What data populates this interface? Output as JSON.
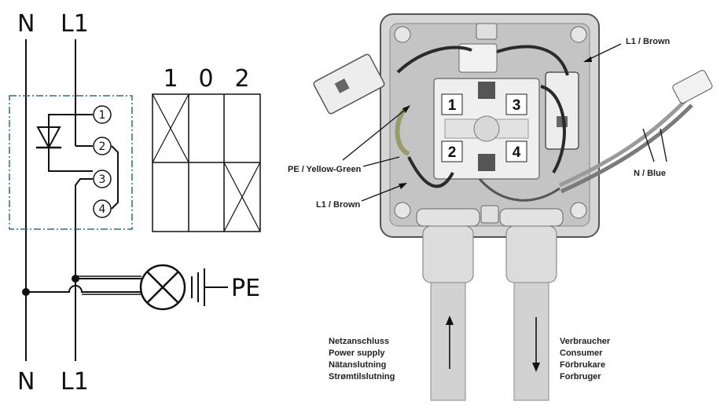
{
  "schematic": {
    "top_n": "N",
    "top_l1": "L1",
    "bottom_n": "N",
    "bottom_l1": "L1",
    "terminals": [
      "1",
      "2",
      "3",
      "4"
    ],
    "positions": [
      "1",
      "0",
      "2"
    ],
    "pe": "PE"
  },
  "photo": {
    "terminals": [
      "1",
      "3",
      "2",
      "4"
    ],
    "label_l1_top": "L1 / Brown",
    "label_pe": "PE / Yellow-Green",
    "label_l1_left": "L1 / Brown",
    "label_n": "N / Blue",
    "supply": [
      "Netzanschluss",
      "Power supply",
      "Nätanslutning",
      "Strømtilslutning"
    ],
    "consumer": [
      "Verbraucher",
      "Consumer",
      "Förbrukare",
      "Forbruger"
    ]
  }
}
